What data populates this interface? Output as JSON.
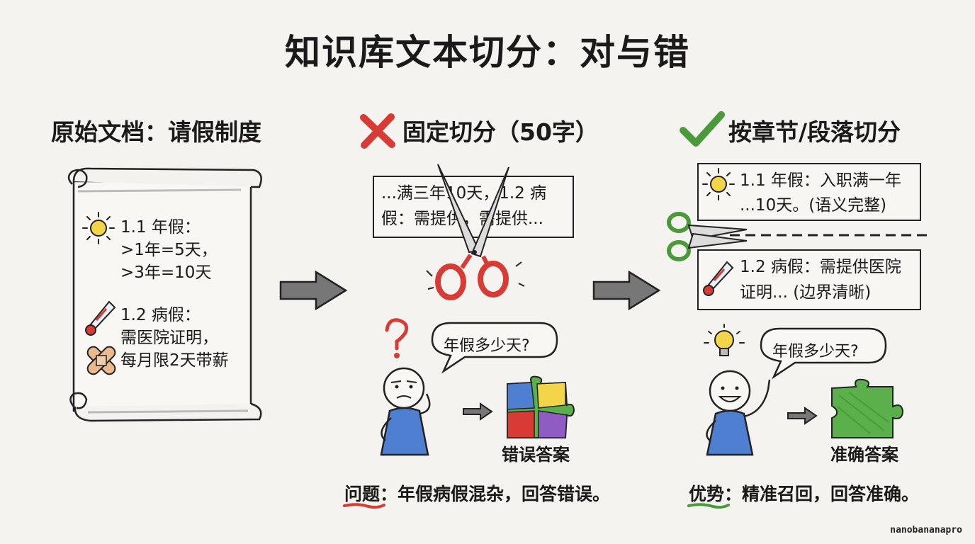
{
  "title": "知识库文本切分：对与错",
  "original": {
    "heading": "原始文档：请假制度",
    "annual_title": "1.1 年假：",
    "annual_line1": ">1年=5天，",
    "annual_line2": ">3年=10天",
    "sick_title": "1.2 病假：",
    "sick_line1": "需医院证明，",
    "sick_line2": "每月限2天带薪"
  },
  "fixed": {
    "heading": "固定切分（50字）",
    "chunk_line1": "...满三年10天，1.2 病",
    "chunk_line2": "假：需提供，需提供...",
    "question": "年假多少天?",
    "result": "错误答案",
    "footer_label": "问题",
    "footer_text": "：年假病假混杂，回答错误。"
  },
  "semantic": {
    "heading": "按章节/段落切分",
    "chunk1_line1": "1.1 年假：入职满一年",
    "chunk1_line2": "...10天。(语义完整)",
    "chunk2_line1": "1.2 病假：需提供医院",
    "chunk2_line2": "证明... (边界清晰)",
    "question": "年假多少天?",
    "result": "准确答案",
    "footer_label": "优势",
    "footer_text": "：精准召回，回答准确。"
  },
  "watermark": "nanobananapro",
  "colors": {
    "wrong": "#d83b35",
    "right": "#4a9a3c",
    "person_shirt": "#4f7fd0",
    "bulb": "#f3d54a"
  }
}
